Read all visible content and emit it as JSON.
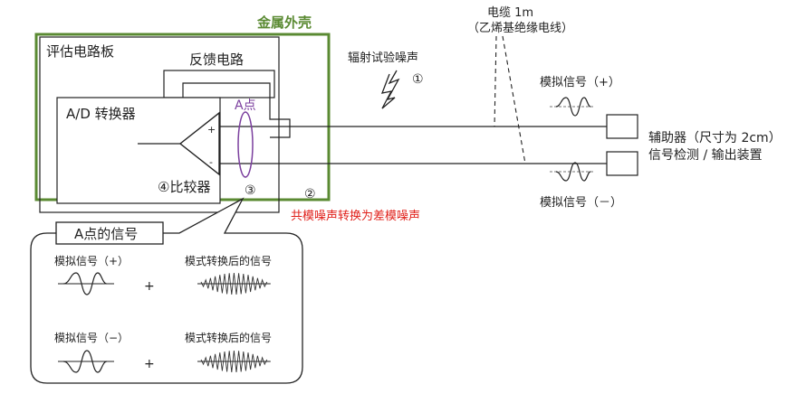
{
  "labels": {
    "metal_case": "金属外壳",
    "eval_board": "评估电路板",
    "feedback_circuit": "反馈电路",
    "ad_converter": "A/D 转换器",
    "point_a": "A点",
    "comparator": "④比较器",
    "plus_sign": "+",
    "minus_sign": "-",
    "num_1": "①",
    "num_2": "②",
    "num_3": "③",
    "radiated_noise": "辐射试验噪声",
    "cable_line1": "电缆 1m",
    "cable_line2": "（乙烯基绝缘电线）",
    "analog_plus": "模拟信号（+）",
    "analog_minus": "模拟信号（－）",
    "aux_line1": "辅助器（尺寸为 2cm）",
    "aux_line2": "信号检测 / 输出装置",
    "common_to_diff": "共模噪声转换为差模噪声",
    "callout_title": "A点的信号",
    "callout_analog_plus": "模拟信号（+）",
    "callout_analog_minus": "模拟信号（−）",
    "callout_mode_converted_1": "模式转换后的信号",
    "callout_mode_converted_2": "模式转换后的信号",
    "callout_plus_1": "+",
    "callout_plus_2": "+"
  },
  "colors": {
    "case_green": "#5a8a32",
    "point_a_purple": "#7b3f9e",
    "highlight_red": "#e0201a",
    "line": "#222222"
  }
}
